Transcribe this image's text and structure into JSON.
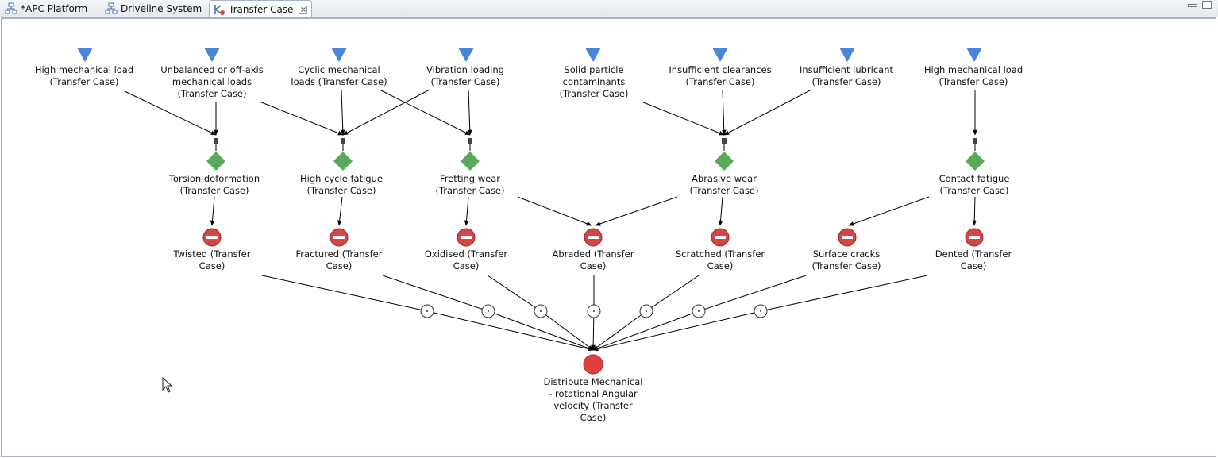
{
  "tabs": [
    {
      "label": "*APC Platform",
      "icon": "diagram-icon"
    },
    {
      "label": "Driveline System",
      "icon": "diagram-icon"
    },
    {
      "label": "Transfer Case",
      "icon": "diagram-edit-icon",
      "active": true
    }
  ],
  "diagram": {
    "causes": [
      "High mechanical load\n(Transfer Case)",
      "Unbalanced or off-axis\nmechanical loads\n(Transfer Case)",
      "Cyclic mechanical\nloads  (Transfer Case)",
      "Vibration loading\n(Transfer Case)",
      "Solid particle\ncontaminants\n(Transfer Case)",
      "Insufficient clearances\n(Transfer Case)",
      "Insufficient lubricant\n(Transfer Case)",
      "High mechanical load\n(Transfer Case)"
    ],
    "mechanisms": [
      "Torsion deformation\n(Transfer Case)",
      "High cycle fatigue\n(Transfer Case)",
      "Fretting wear\n(Transfer Case)",
      "Abrasive wear\n(Transfer Case)",
      "Contact fatigue\n(Transfer Case)"
    ],
    "modes": [
      "Twisted  (Transfer\nCase)",
      "Fractured  (Transfer\nCase)",
      "Oxidised  (Transfer\nCase)",
      "Abraded  (Transfer\nCase)",
      "Scratched  (Transfer\nCase)",
      "Surface cracks\n(Transfer Case)",
      "Dented  (Transfer\nCase)"
    ],
    "function": "Distribute Mechanical\n- rotational Angular\nvelocity  (Transfer\nCase)",
    "colors": {
      "cause": "#4a86d8",
      "mechanism": "#5aa85a",
      "mode": "#d64545",
      "function": "#e04040",
      "edge": "#000000"
    }
  }
}
